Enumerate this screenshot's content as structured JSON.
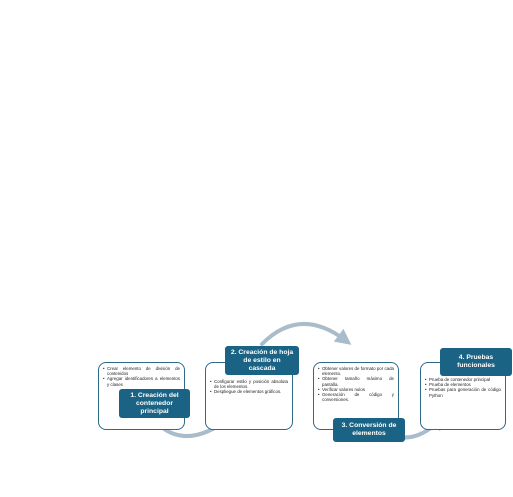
{
  "colors": {
    "accent": "#1b6384",
    "border": "#2c6a87",
    "arrow": "#a9bccb"
  },
  "steps": [
    {
      "title": "1. Creación del contenedor principal",
      "bullets": [
        "Crear elemento de división de contenidos",
        "Agregar identificadores a elementos y clases"
      ]
    },
    {
      "title": "2. Creación de hoja de estilo en cascada",
      "bullets": [
        "Configurar estilo y posición absoluta de los elementos.",
        "Despliegue de elementos gráficos."
      ]
    },
    {
      "title": "3. Conversión de elementos",
      "bullets": [
        "Obtener valores de formato por cada elemento.",
        "Obtener tamaño máximo de pantalla.",
        "Verificar valores nulos",
        "Generación de código y conversiones."
      ]
    },
    {
      "title": "4. Pruebas funcionales",
      "bullets": [
        "Prueba de contenedor principal",
        "Prueba de elementos",
        "Pruebas para generación de código Python"
      ]
    }
  ]
}
